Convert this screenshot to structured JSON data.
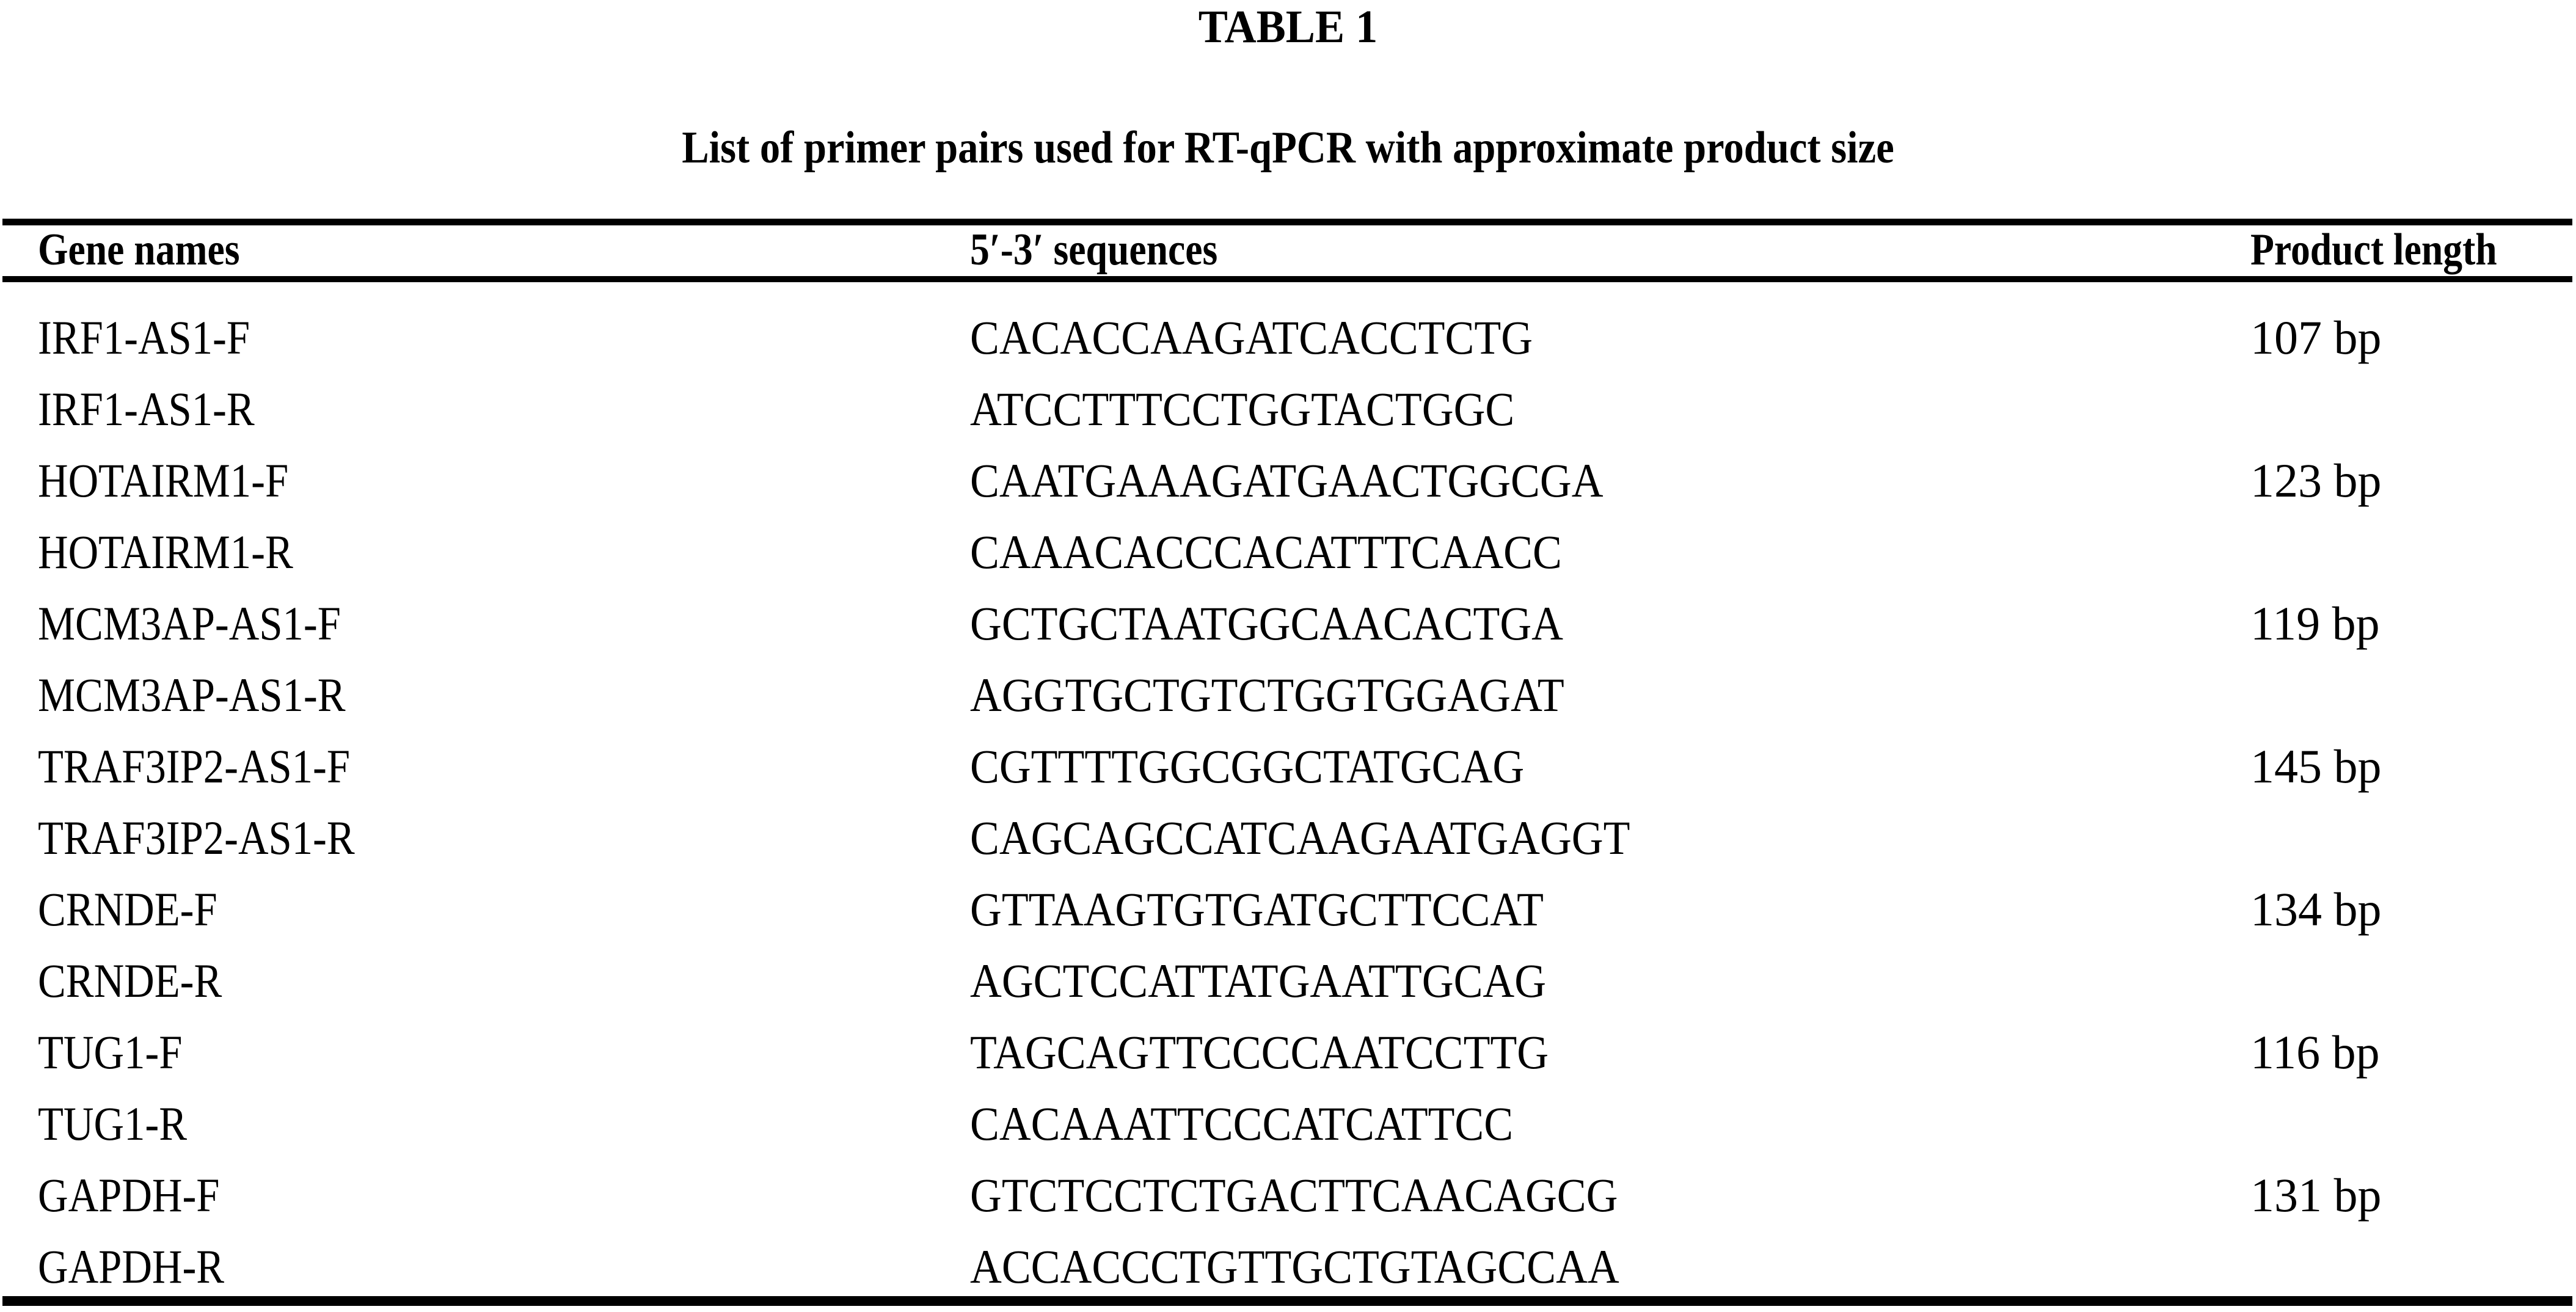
{
  "colors": {
    "background": "#ffffff",
    "text": "#000000",
    "rule": "#000000"
  },
  "table": {
    "title": "TABLE 1",
    "subtitle": "List of primer pairs used for RT-qPCR with approximate product size",
    "columns": {
      "gene": "Gene names",
      "sequence": "5′-3′ sequences",
      "product": "Product length"
    },
    "rows": [
      {
        "gene": "IRF1-AS1-F",
        "sequence": "CACACCAAGATCACCTCTG",
        "product": "107 bp"
      },
      {
        "gene": "IRF1-AS1-R",
        "sequence": "ATCCTTTCCTGGTACTGGC",
        "product": ""
      },
      {
        "gene": "HOTAIRM1-F",
        "sequence": "CAATGAAAGATGAACTGGCGA",
        "product": "123 bp"
      },
      {
        "gene": "HOTAIRM1-R",
        "sequence": "CAAACACCCACATTTCAACC",
        "product": ""
      },
      {
        "gene": "MCM3AP-AS1-F",
        "sequence": "GCTGCTAATGGCAACACTGA",
        "product": "119 bp"
      },
      {
        "gene": "MCM3AP-AS1-R",
        "sequence": "AGGTGCTGTCTGGTGGAGAT",
        "product": ""
      },
      {
        "gene": "TRAF3IP2-AS1-F",
        "sequence": "CGTTTTGGCGGCTATGCAG",
        "product": "145 bp"
      },
      {
        "gene": "TRAF3IP2-AS1-R",
        "sequence": "CAGCAGCCATCAAGAATGAGGT",
        "product": ""
      },
      {
        "gene": "CRNDE-F",
        "sequence": "GTTAAGTGTGATGCTTCCAT",
        "product": "134 bp"
      },
      {
        "gene": "CRNDE-R",
        "sequence": "AGCTCCATTATGAATTGCAG",
        "product": ""
      },
      {
        "gene": "TUG1-F",
        "sequence": "TAGCAGTTCCCCAATCCTTG",
        "product": "116 bp"
      },
      {
        "gene": "TUG1-R",
        "sequence": "CACAAATTCCCATCATTCC",
        "product": ""
      },
      {
        "gene": "GAPDH-F",
        "sequence": "GTCTCCTCTGACTTCAACAGCG",
        "product": "131 bp"
      },
      {
        "gene": "GAPDH-R",
        "sequence": "ACCACCCTGTTGCTGTAGCCAA",
        "product": ""
      }
    ]
  }
}
